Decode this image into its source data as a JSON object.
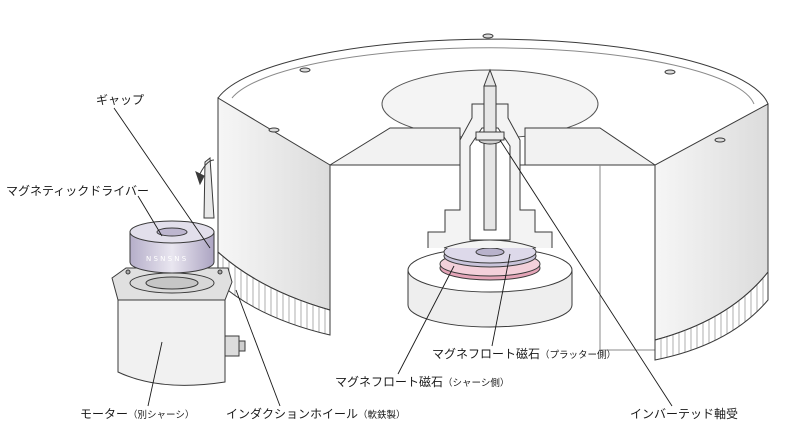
{
  "labels": {
    "gap": "ギャップ",
    "magnetic_driver": "マグネティックドライバー",
    "motor_main": "モーター",
    "motor_sub": "（別シャーシ）",
    "induction_wheel_main": "インダクションホイール",
    "induction_wheel_sub": "（軟鉄製）",
    "float_magnet_chassis_main": "マグネフロート磁石",
    "float_magnet_chassis_sub": "（シャーシ側）",
    "float_magnet_platter_main": "マグネフロート磁石",
    "float_magnet_platter_sub": "（プラッター側）",
    "inverted_bearing": "インバーテッド軸受"
  },
  "magnet_poles": "N S N S N S",
  "colors": {
    "line": "#3a3a3a",
    "magnet": "#c9c4da",
    "magnet_ring": "#e5a5b8"
  }
}
